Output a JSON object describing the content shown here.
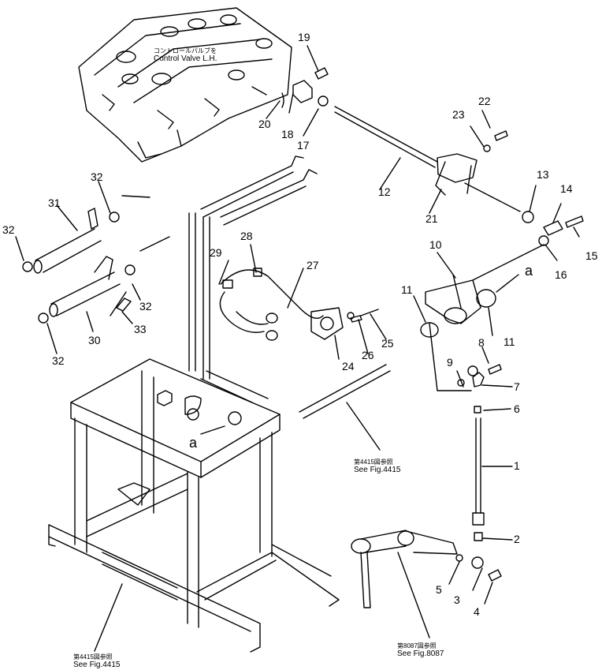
{
  "parts": [
    {
      "id": "1",
      "label": "1"
    },
    {
      "id": "2",
      "label": "2"
    },
    {
      "id": "3",
      "label": "3"
    },
    {
      "id": "4",
      "label": "4"
    },
    {
      "id": "5",
      "label": "5"
    },
    {
      "id": "6",
      "label": "6"
    },
    {
      "id": "7",
      "label": "7"
    },
    {
      "id": "8",
      "label": "8"
    },
    {
      "id": "9",
      "label": "9"
    },
    {
      "id": "10",
      "label": "10"
    },
    {
      "id": "11a",
      "label": "11"
    },
    {
      "id": "11b",
      "label": "11"
    },
    {
      "id": "12",
      "label": "12"
    },
    {
      "id": "13",
      "label": "13"
    },
    {
      "id": "14",
      "label": "14"
    },
    {
      "id": "15",
      "label": "15"
    },
    {
      "id": "16",
      "label": "16"
    },
    {
      "id": "17",
      "label": "17"
    },
    {
      "id": "18",
      "label": "18"
    },
    {
      "id": "19",
      "label": "19"
    },
    {
      "id": "20",
      "label": "20"
    },
    {
      "id": "21",
      "label": "21"
    },
    {
      "id": "22",
      "label": "22"
    },
    {
      "id": "23",
      "label": "23"
    },
    {
      "id": "24",
      "label": "24"
    },
    {
      "id": "25",
      "label": "25"
    },
    {
      "id": "26",
      "label": "26"
    },
    {
      "id": "27",
      "label": "27"
    },
    {
      "id": "28",
      "label": "28"
    },
    {
      "id": "29",
      "label": "29"
    },
    {
      "id": "30",
      "label": "30"
    },
    {
      "id": "31",
      "label": "31"
    },
    {
      "id": "32a",
      "label": "32"
    },
    {
      "id": "32b",
      "label": "32"
    },
    {
      "id": "32c",
      "label": "32"
    },
    {
      "id": "32d",
      "label": "32"
    },
    {
      "id": "33",
      "label": "33"
    }
  ],
  "markers": {
    "a_right": "a",
    "a_left": "a"
  },
  "notes": {
    "control_valve_jp": "コントロールバルブを",
    "control_valve_en": "Control Valve L.H.",
    "fig4415_upper_jp": "第4415図参照",
    "fig4415_upper_en": "See Fig.4415",
    "fig4415_lower_jp": "第4415図参照",
    "fig4415_lower_en": "See Fig.4415",
    "fig8087_jp": "第8087図参照",
    "fig8087_en": "See Fig.8087"
  }
}
